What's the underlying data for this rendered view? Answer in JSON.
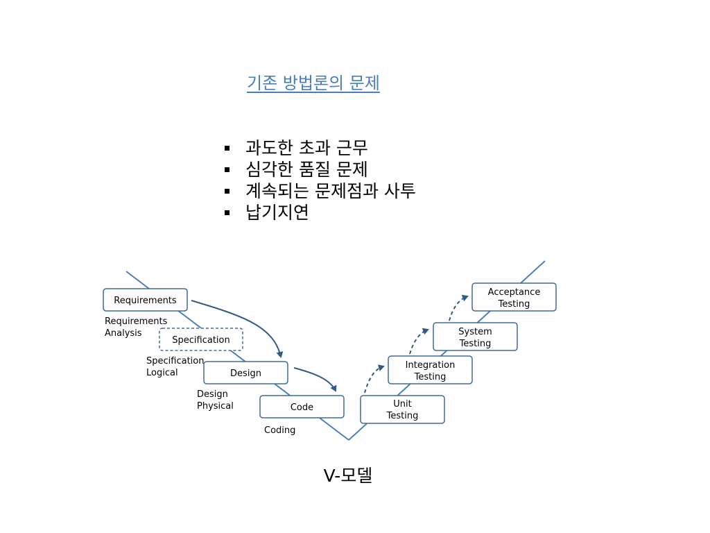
{
  "slide": {
    "title": "기존 방법론의 문제",
    "bullets": [
      "과도한 초과 근무",
      "심각한 품질 문제",
      "계속되는 문제점과 사투",
      "납기지연"
    ],
    "caption": "V-모델"
  },
  "diagram": {
    "boxes": {
      "requirements": "Requirements",
      "specification": "Specification",
      "design": "Design",
      "code": "Code",
      "unit": [
        "Unit",
        "Testing"
      ],
      "integration": [
        "Integration",
        "Testing"
      ],
      "system": [
        "System",
        "Testing"
      ],
      "acceptance": [
        "Acceptance",
        "Testing"
      ]
    },
    "labels": {
      "requirements_analysis": [
        "Requirements",
        "Analysis"
      ],
      "specification_logical": [
        "Specification",
        "Logical"
      ],
      "design_physical": [
        "Design",
        "Physical"
      ],
      "coding": "Coding"
    },
    "colors": {
      "title": "#4a7ebb",
      "line": "#4a7ebb",
      "box_border": "#41689a",
      "arrow": "#2f5a8a"
    }
  }
}
